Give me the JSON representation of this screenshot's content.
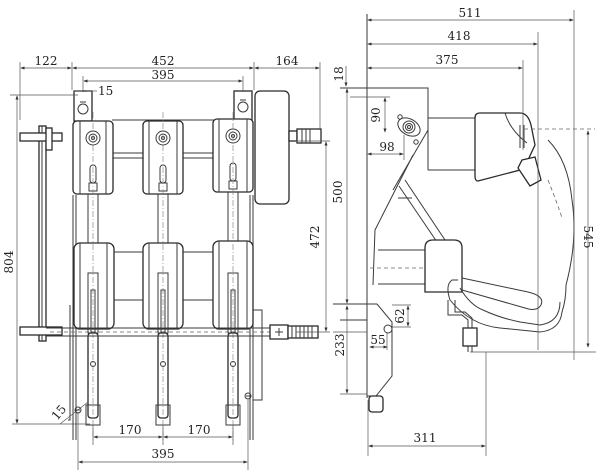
{
  "drawing": {
    "type": "engineering dimension drawing",
    "subject": "three-pole load switch / disconnector",
    "views": [
      "front-view",
      "side-view"
    ],
    "line_color": "#2a2a2a",
    "background": "#ffffff"
  },
  "front_view": {
    "dimensions": {
      "left_offset": "122",
      "total_width": "452",
      "mount_span_top": "395",
      "mount_hole_offset": "15",
      "right_offset": "164",
      "total_height": "804",
      "shaft_height": "472",
      "pole_spacing_1": "170",
      "pole_spacing_2": "170",
      "mount_span_bottom": "395",
      "hole_dia": "15"
    }
  },
  "side_view": {
    "dimensions": {
      "overall_depth": "511",
      "depth_2": "418",
      "depth_3": "375",
      "top_offset": "18",
      "hole_vertical": "90",
      "hole_horizontal": "98",
      "frame_height": "500",
      "arc_height": "545",
      "lower_height": "233",
      "bracket_width": "55",
      "bracket_height": "62",
      "bottom_depth": "311"
    }
  }
}
